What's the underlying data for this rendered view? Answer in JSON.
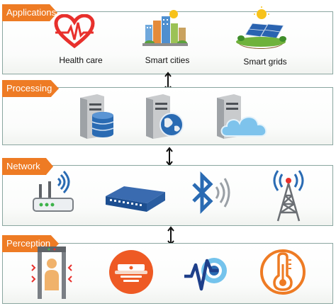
{
  "layers": {
    "applications": {
      "title": "Applications",
      "items": [
        {
          "label": "Health care",
          "icon": "heart-pulse-icon"
        },
        {
          "label": "Smart cities",
          "icon": "city-icon"
        },
        {
          "label": "Smart grids",
          "icon": "solar-panel-icon"
        }
      ]
    },
    "processing": {
      "title": "Processing",
      "items": [
        {
          "icon": "server-database-icon"
        },
        {
          "icon": "server-globe-icon"
        },
        {
          "icon": "server-cloud-icon"
        }
      ]
    },
    "network": {
      "title": "Network",
      "items": [
        {
          "icon": "wifi-router-icon"
        },
        {
          "icon": "network-switch-icon"
        },
        {
          "icon": "bluetooth-icon"
        },
        {
          "icon": "radio-tower-icon"
        }
      ]
    },
    "perception": {
      "title": "Perception",
      "items": [
        {
          "icon": "body-scanner-icon"
        },
        {
          "icon": "smoke-detector-icon"
        },
        {
          "icon": "signal-sensor-icon"
        },
        {
          "icon": "thermometer-icon"
        }
      ]
    }
  },
  "colors": {
    "tab": "#ee7b24",
    "border": "#8aa6a0",
    "heart": "#e8302c",
    "blue": "#2a6bb3"
  }
}
